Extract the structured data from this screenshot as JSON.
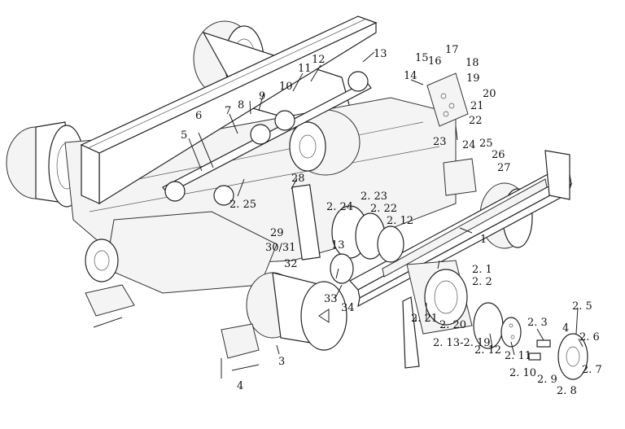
{
  "callouts": {
    "c2_1": "2. 1",
    "c2_2": "2. 2",
    "c2_3": "2. 3",
    "c4a": "4",
    "c2_5": "2. 5",
    "c2_6": "2. 6",
    "c2_7": "2. 7",
    "c2_8": "2. 8",
    "c2_9": "2. 9",
    "c2_10": "2. 10",
    "c2_11": "2. 11",
    "c2_12a": "2. 12",
    "c2_12b": "2. 12",
    "c2_13": "2. 13-2. 19",
    "c2_20": "2. 20",
    "c2_21": "2. 21",
    "c2_22": "2. 22",
    "c2_23": "2. 23",
    "c2_24": "2. 24",
    "c2_25": "2. 25",
    "c1": "1",
    "c3": "3",
    "c4b": "4",
    "c5": "5",
    "c6": "6",
    "c7": "7",
    "c8": "8",
    "c9": "9",
    "c10": "10",
    "c11": "11",
    "c12": "12",
    "c13a": "13",
    "c13b": "13",
    "c14": "14",
    "c15": "15",
    "c16": "16",
    "c17": "17",
    "c18": "18",
    "c19": "19",
    "c20": "20",
    "c21": "21",
    "c22": "22",
    "c23": "23",
    "c24": "24",
    "c25": "25",
    "c26": "26",
    "c27": "27",
    "c28": "28",
    "c29": "29",
    "c30_31": "30/31",
    "c32": "32",
    "c33": "33",
    "c34": "34"
  }
}
